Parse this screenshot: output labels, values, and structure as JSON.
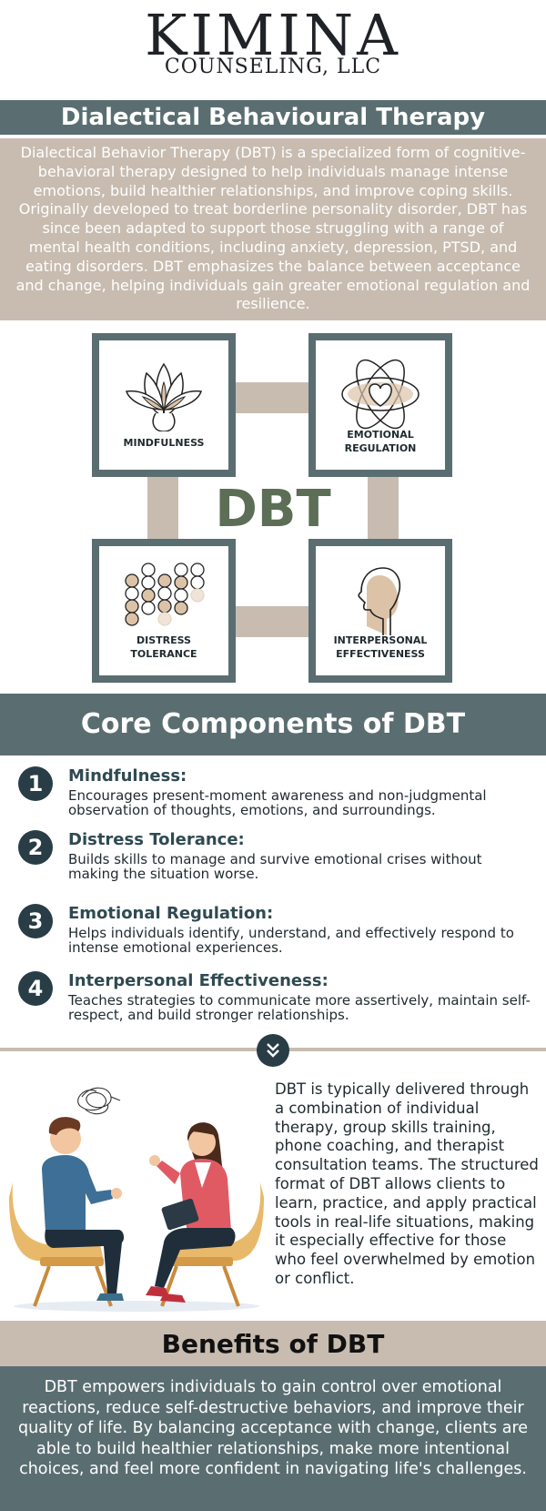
{
  "logo": {
    "name": "KIMINA",
    "sub": "COUNSELING, LLC"
  },
  "title": "Dialectical Behavioural Therapy",
  "intro": "Dialectical Behavior Therapy (DBT) is a specialized form of cognitive-behavioral therapy designed to help individuals manage intense emotions, build healthier relationships, and improve coping skills. Originally developed to treat borderline personality disorder, DBT has since been adapted to support those struggling with a range of mental health conditions, including anxiety, depression, PTSD, and eating disorders. DBT emphasizes the balance between acceptance and change, helping individuals gain greater emotional regulation and resilience.",
  "graphic": {
    "center": "DBT",
    "tiles": [
      {
        "line1": "MINDFULNESS",
        "line2": "",
        "icon": "lotus-icon"
      },
      {
        "line1": "EMOTIONAL",
        "line2": "REGULATION",
        "icon": "atom-heart-icon"
      },
      {
        "line1": "DISTRESS",
        "line2": "TOLERANCE",
        "icon": "beads-icon"
      },
      {
        "line1": "INTERPERSONAL",
        "line2": "EFFECTIVENESS",
        "icon": "two-heads-icon"
      }
    ]
  },
  "core": {
    "heading": "Core Components of DBT",
    "items": [
      {
        "num": "1",
        "title": "Mindfulness:",
        "desc": "Encourages present-moment awareness and non-judgmental observation of thoughts, emotions, and surroundings."
      },
      {
        "num": "2",
        "title": "Distress Tolerance:",
        "desc": "Builds skills to manage and survive emotional crises without making the situation worse."
      },
      {
        "num": "3",
        "title": "Emotional Regulation:",
        "desc": "Helps individuals identify, understand, and effectively respond to intense emotional experiences."
      },
      {
        "num": "4",
        "title": "Interpersonal Effectiveness:",
        "desc": "Teaches strategies to communicate more assertively, maintain self-respect, and build stronger relationships."
      }
    ]
  },
  "delivery": "DBT is typically delivered through a combination of individual therapy, group skills training, phone coaching, and therapist consultation teams. The structured format of DBT allows clients to learn, practice, and apply practical tools in real-life situations, making it especially effective for those who feel overwhelmed by emotion or conflict.",
  "benefits": {
    "heading": "Benefits of DBT",
    "text": "DBT empowers individuals to gain control over emotional reactions, reduce self-destructive behaviors, and improve their quality of life. By balancing acceptance with change, clients are able to build healthier relationships, make more intentional choices, and feel more confident in navigating life's challenges."
  },
  "colors": {
    "slate": "#5a6e71",
    "beige": "#c8bcb0",
    "navy": "#283d45",
    "green": "#5c6e55"
  }
}
